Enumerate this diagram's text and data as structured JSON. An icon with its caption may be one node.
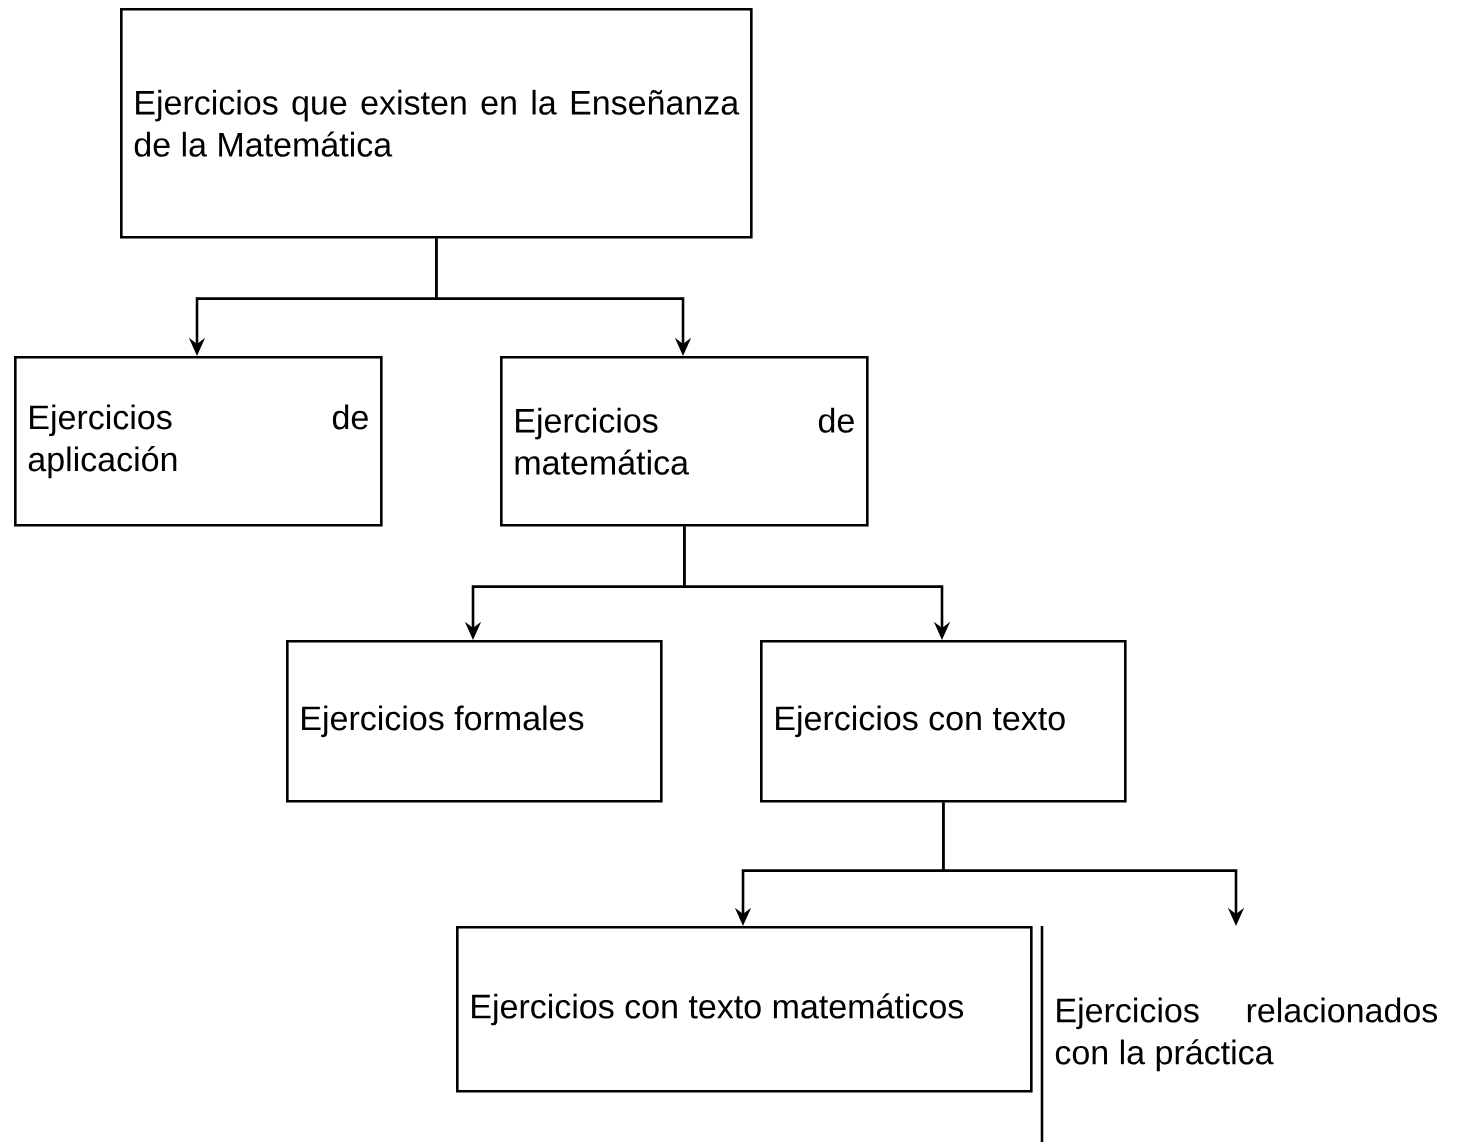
{
  "diagram": {
    "nodes": [
      {
        "text": [
          "Ejercicios que existen en la Enseñanza de la Matemática"
        ]
      },
      {
        "text": [
          "Ejercicios de aplicación"
        ]
      },
      {
        "text": [
          "Ejercicios de matemática"
        ]
      },
      {
        "text": [
          "Ejercicios formales"
        ]
      },
      {
        "text": [
          "Ejercicios con texto"
        ]
      },
      {
        "text": [
          "Ejercicios con texto matemáticos"
        ]
      },
      {
        "text": [
          "Ejercicios relacionados con la práctica"
        ]
      }
    ],
    "edges": [
      {
        "from": 0,
        "to": 1,
        "arrow": "to"
      },
      {
        "from": 0,
        "to": 2,
        "arrow": "to"
      },
      {
        "from": 2,
        "to": 3,
        "arrow": "to"
      },
      {
        "from": 2,
        "to": 4,
        "arrow": "to"
      },
      {
        "from": 4,
        "to": 5,
        "arrow": "to"
      },
      {
        "from": 4,
        "to": 6,
        "arrow": "to"
      }
    ]
  }
}
